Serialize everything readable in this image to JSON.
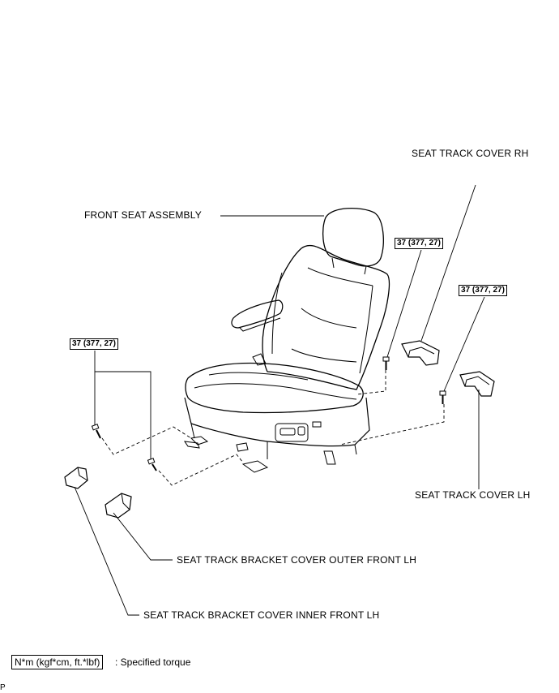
{
  "labels": {
    "seat_track_cover_rh": "SEAT TRACK COVER RH",
    "front_seat_assembly": "FRONT SEAT ASSEMBLY",
    "seat_track_cover_lh": "SEAT TRACK COVER LH",
    "bracket_cover_outer": "SEAT TRACK BRACKET COVER OUTER FRONT LH",
    "bracket_cover_inner": "SEAT TRACK BRACKET COVER INNER FRONT LH"
  },
  "torque": {
    "left": "37 (377, 27)",
    "right_upper": "37 (377, 27)",
    "right_lower": "37 (377, 27)"
  },
  "legend": {
    "unit_box": "N*m (kgf*cm, ft.*lbf)",
    "description": ": Specified torque"
  },
  "figure_code": "P"
}
